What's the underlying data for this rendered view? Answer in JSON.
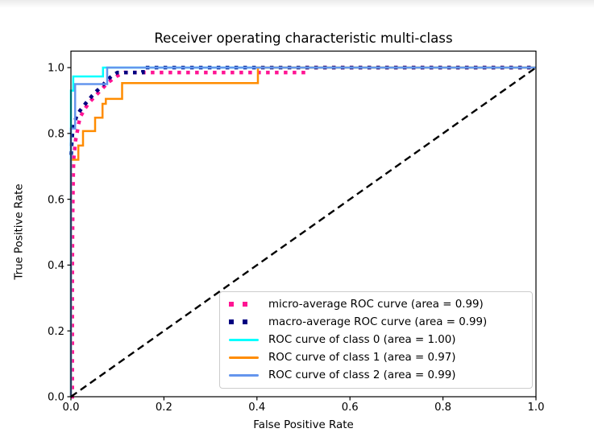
{
  "page": {
    "title": "Receiver operating characteristic multi-class"
  },
  "chart_data": {
    "type": "line",
    "title": "Receiver operating characteristic multi-class",
    "xlabel": "False Positive Rate",
    "ylabel": "True Positive Rate",
    "xlim": [
      0.0,
      1.0
    ],
    "ylim": [
      0.0,
      1.05
    ],
    "x_ticks": [
      0.0,
      0.2,
      0.4,
      0.6,
      0.8,
      1.0
    ],
    "y_ticks": [
      0.0,
      0.2,
      0.4,
      0.6,
      0.8,
      1.0
    ],
    "grid": false,
    "legend_position": "lower right",
    "axis_color": "#000000",
    "background": "#ffffff",
    "series": [
      {
        "name": "micro-average ROC curve (area = 0.99)",
        "color": "#FF1493",
        "style": "dotted",
        "width": 4.5,
        "area": 0.99,
        "points": [
          [
            0,
            0
          ],
          [
            0.003,
            0
          ],
          [
            0.003,
            0.4
          ],
          [
            0.004,
            0.58
          ],
          [
            0.005,
            0.68
          ],
          [
            0.006,
            0.725
          ],
          [
            0.008,
            0.75
          ],
          [
            0.01,
            0.78
          ],
          [
            0.013,
            0.8
          ],
          [
            0.016,
            0.825
          ],
          [
            0.02,
            0.85
          ],
          [
            0.025,
            0.862
          ],
          [
            0.03,
            0.875
          ],
          [
            0.04,
            0.895
          ],
          [
            0.05,
            0.91
          ],
          [
            0.06,
            0.925
          ],
          [
            0.07,
            0.94
          ],
          [
            0.08,
            0.955
          ],
          [
            0.09,
            0.965
          ],
          [
            0.1,
            0.975
          ],
          [
            0.115,
            0.985
          ],
          [
            0.5,
            0.985
          ],
          [
            0.5,
            1.0
          ],
          [
            1,
            1
          ]
        ]
      },
      {
        "name": "macro-average ROC curve (area = 0.99)",
        "color": "#000080",
        "style": "dotted",
        "width": 4.5,
        "area": 0.99,
        "points": [
          [
            0,
            0.72
          ],
          [
            0.002,
            0.78
          ],
          [
            0.004,
            0.81
          ],
          [
            0.008,
            0.835
          ],
          [
            0.013,
            0.855
          ],
          [
            0.02,
            0.87
          ],
          [
            0.028,
            0.885
          ],
          [
            0.037,
            0.9
          ],
          [
            0.046,
            0.915
          ],
          [
            0.055,
            0.928
          ],
          [
            0.064,
            0.94
          ],
          [
            0.072,
            0.952
          ],
          [
            0.08,
            0.965
          ],
          [
            0.09,
            0.977
          ],
          [
            0.1,
            0.985
          ],
          [
            0.155,
            0.985
          ],
          [
            0.155,
            1.0
          ],
          [
            1,
            1
          ]
        ]
      },
      {
        "name": "ROC curve of class 0 (area = 1.00)",
        "color": "#00FFFF",
        "style": "solid",
        "width": 2.5,
        "area": 1.0,
        "points": [
          [
            0,
            0
          ],
          [
            0,
            0.93
          ],
          [
            0.005,
            0.93
          ],
          [
            0.005,
            0.973
          ],
          [
            0.069,
            0.973
          ],
          [
            0.069,
            1.0
          ],
          [
            1,
            1
          ]
        ]
      },
      {
        "name": "ROC curve of class 1 (area = 0.97)",
        "color": "#FF8C00",
        "style": "solid",
        "width": 2.5,
        "area": 0.97,
        "points": [
          [
            0,
            0
          ],
          [
            0,
            0.72
          ],
          [
            0.016,
            0.72
          ],
          [
            0.016,
            0.763
          ],
          [
            0.026,
            0.763
          ],
          [
            0.026,
            0.807
          ],
          [
            0.052,
            0.807
          ],
          [
            0.052,
            0.848
          ],
          [
            0.068,
            0.848
          ],
          [
            0.068,
            0.89
          ],
          [
            0.075,
            0.89
          ],
          [
            0.075,
            0.905
          ],
          [
            0.11,
            0.905
          ],
          [
            0.11,
            0.953
          ],
          [
            0.402,
            0.953
          ],
          [
            0.402,
            1.0
          ],
          [
            1,
            1
          ]
        ]
      },
      {
        "name": "ROC curve of class 2 (area = 0.99)",
        "color": "#6495ED",
        "style": "solid",
        "width": 2.5,
        "area": 0.99,
        "points": [
          [
            0,
            0
          ],
          [
            0,
            0.815
          ],
          [
            0.009,
            0.815
          ],
          [
            0.009,
            0.95
          ],
          [
            0.078,
            0.95
          ],
          [
            0.078,
            1.0
          ],
          [
            1,
            1
          ]
        ]
      },
      {
        "name": "chance-diagonal",
        "color": "#000000",
        "style": "dashed",
        "width": 2.4,
        "legend": false,
        "points": [
          [
            0,
            0
          ],
          [
            1,
            1
          ]
        ]
      }
    ]
  }
}
